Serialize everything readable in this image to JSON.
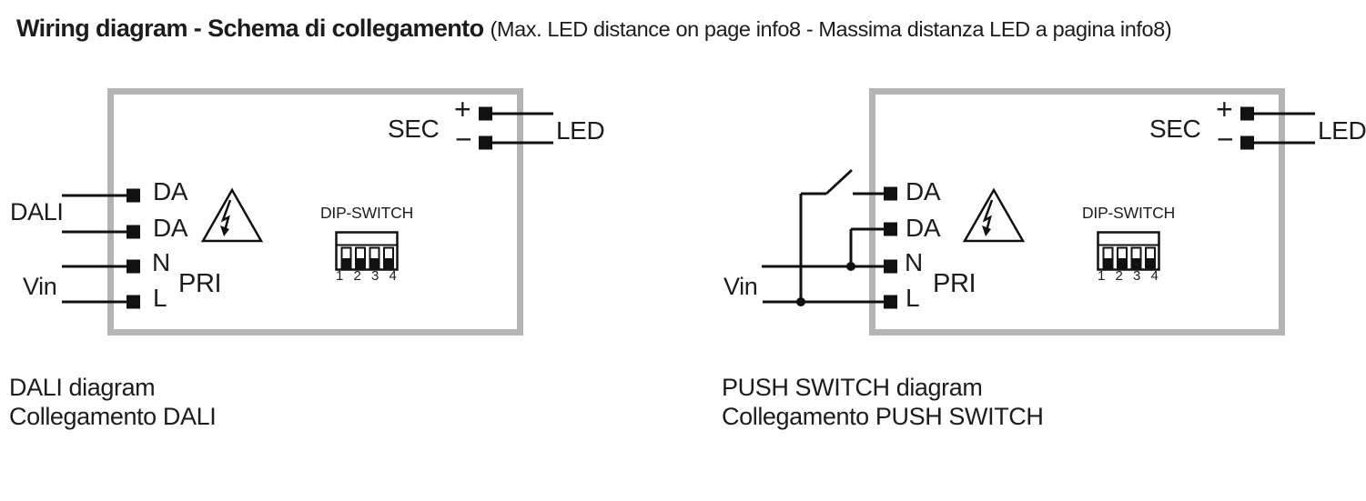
{
  "page": {
    "title_bold": "Wiring diagram - Schema di collegamento",
    "title_note": "(Max. LED distance on page info8 - Massima distanza LED a pagina info8)"
  },
  "dali": {
    "bus_label": "DALI",
    "vin_label": "Vin",
    "da1": "DA",
    "da2": "DA",
    "n": "N",
    "l": "L",
    "pri": "PRI",
    "sec": "SEC",
    "plus": "+",
    "minus": "−",
    "led": "LED",
    "dip_label": "DIP-SWITCH",
    "dip_numbers": "1 2 3 4",
    "caption_en": "DALI diagram",
    "caption_it": "Collegamento DALI"
  },
  "push": {
    "vin_label": "Vin",
    "da1": "DA",
    "da2": "DA",
    "n": "N",
    "l": "L",
    "pri": "PRI",
    "sec": "SEC",
    "plus": "+",
    "minus": "−",
    "led": "LED",
    "dip_label": "DIP-SWITCH",
    "dip_numbers": "1 2 3 4",
    "caption_en": "PUSH SWITCH diagram",
    "caption_it": "Collegamento PUSH SWITCH"
  },
  "colors": {
    "box_border": "#b5b5b5",
    "wire": "#111111",
    "text": "#1c1c1c"
  }
}
